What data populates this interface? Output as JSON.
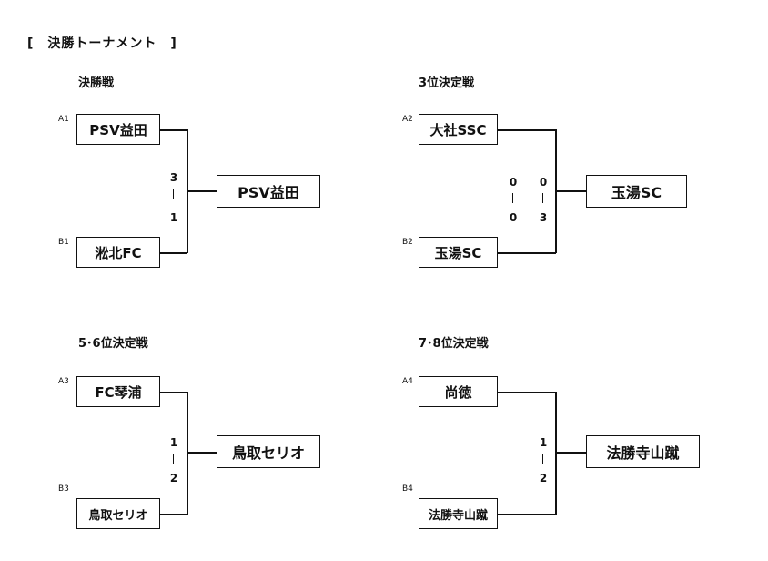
{
  "page_title": "[　決勝トーナメント　]",
  "brackets": [
    {
      "label": "決勝戦",
      "seed_a": "A1",
      "team_a": "PSV益田",
      "seed_b": "B1",
      "team_b": "淞北FC",
      "winner": "PSV益田",
      "scores": [
        {
          "top": "3",
          "bottom": "1"
        }
      ]
    },
    {
      "label": "3位決定戦",
      "seed_a": "A2",
      "team_a": "大社SSC",
      "seed_b": "B2",
      "team_b": "玉湯SC",
      "winner": "玉湯SC",
      "scores": [
        {
          "top": "0",
          "bottom": "0"
        },
        {
          "top": "0",
          "bottom": "3"
        }
      ]
    },
    {
      "label": "5･6位決定戦",
      "seed_a": "A3",
      "team_a": "FC琴浦",
      "seed_b": "B3",
      "team_b": "鳥取セリオ",
      "winner": "鳥取セリオ",
      "scores": [
        {
          "top": "1",
          "bottom": "2"
        }
      ]
    },
    {
      "label": "7･8位決定戦",
      "seed_a": "A4",
      "team_a": "尚徳",
      "seed_b": "B4",
      "team_b": "法勝寺山蹴",
      "winner": "法勝寺山蹴",
      "scores": [
        {
          "top": "1",
          "bottom": "2"
        }
      ]
    }
  ]
}
